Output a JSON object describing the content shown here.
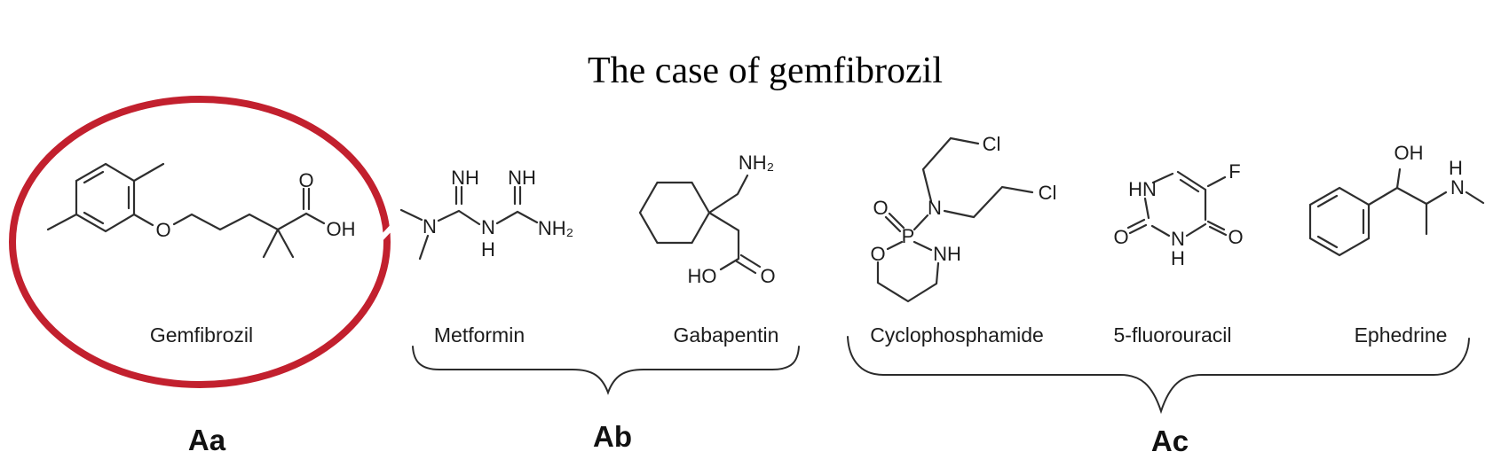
{
  "title": "The case of gemfibrozil",
  "colors": {
    "highlight_red": "#c2202e",
    "structure_line": "#2e2e2e"
  },
  "molecules": {
    "gemfibrozil": {
      "name": "Gemfibrozil",
      "atoms": {
        "ether_o": "O",
        "carbonyl_o": "O",
        "hydroxyl": "OH"
      }
    },
    "metformin": {
      "name": "Metformin",
      "atoms": {
        "n1": "N",
        "imine1": "NH",
        "imine2": "NH",
        "n2": "N",
        "n2_h": "H",
        "amine": "NH₂"
      }
    },
    "gabapentin": {
      "name": "Gabapentin",
      "atoms": {
        "amine": "NH₂",
        "hydroxyl": "HO",
        "carbonyl_o": "O"
      }
    },
    "cyclophosphamide": {
      "name": "Cyclophosphamide",
      "atoms": {
        "oxide_o": "O",
        "n": "N",
        "p": "P",
        "ring_o": "O",
        "nh": "NH",
        "cl1": "Cl",
        "cl2": "Cl"
      }
    },
    "fluorouracil": {
      "name": "5-fluorouracil",
      "atoms": {
        "hn": "HN",
        "f": "F",
        "o_right": "O",
        "o_left": "O",
        "n3": "N",
        "n3_h": "H"
      }
    },
    "ephedrine": {
      "name": "Ephedrine",
      "atoms": {
        "oh": "OH",
        "n_h": "H",
        "n": "N"
      }
    }
  },
  "groups": {
    "aa": "Aa",
    "ab": "Ab",
    "ac": "Ac"
  }
}
